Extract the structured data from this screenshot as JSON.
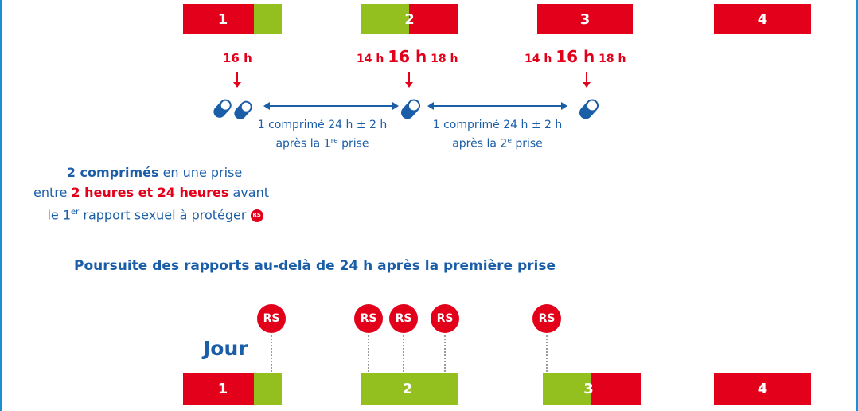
{
  "colors": {
    "red": "#e2001a",
    "green": "#93c01f",
    "blue": "#1b5ea8",
    "frame": "#1a8fd1"
  },
  "top_days": [
    "1",
    "2",
    "3",
    "4"
  ],
  "times": {
    "day1": "16 h",
    "day2_before": "14 h",
    "day2_main": "16 h",
    "day2_after": "18 h",
    "day3_before": "14 h",
    "day3_main": "16 h",
    "day3_after": "18 h"
  },
  "icons": [
    "pill-icon",
    "arrow-down-icon",
    "rs-badge-icon"
  ],
  "intervals": [
    {
      "line1": "1 comprimé 24 h ± 2 h",
      "line2a": "après la 1",
      "line2sup": "re",
      "line2b": " prise"
    },
    {
      "line1": "1 comprimé 24 h ± 2 h",
      "line2a": "après la 2",
      "line2sup": "e",
      "line2b": " prise"
    }
  ],
  "instructions": {
    "bold1": "2 comprimés",
    "text1": " en une prise",
    "text2a": "entre ",
    "bold2": "2 heures et 24 heures",
    "text2b": " avant",
    "text3a": "le 1",
    "text3sup": "er",
    "text3b": " rapport sexuel à protéger",
    "badge": "RS"
  },
  "continuation_title": "Poursuite des rapports au-delà de 24 h après la première prise",
  "rs_label": "RS",
  "jour_label": "Jour",
  "bottom_days": [
    "1",
    "2",
    "3",
    "4"
  ]
}
